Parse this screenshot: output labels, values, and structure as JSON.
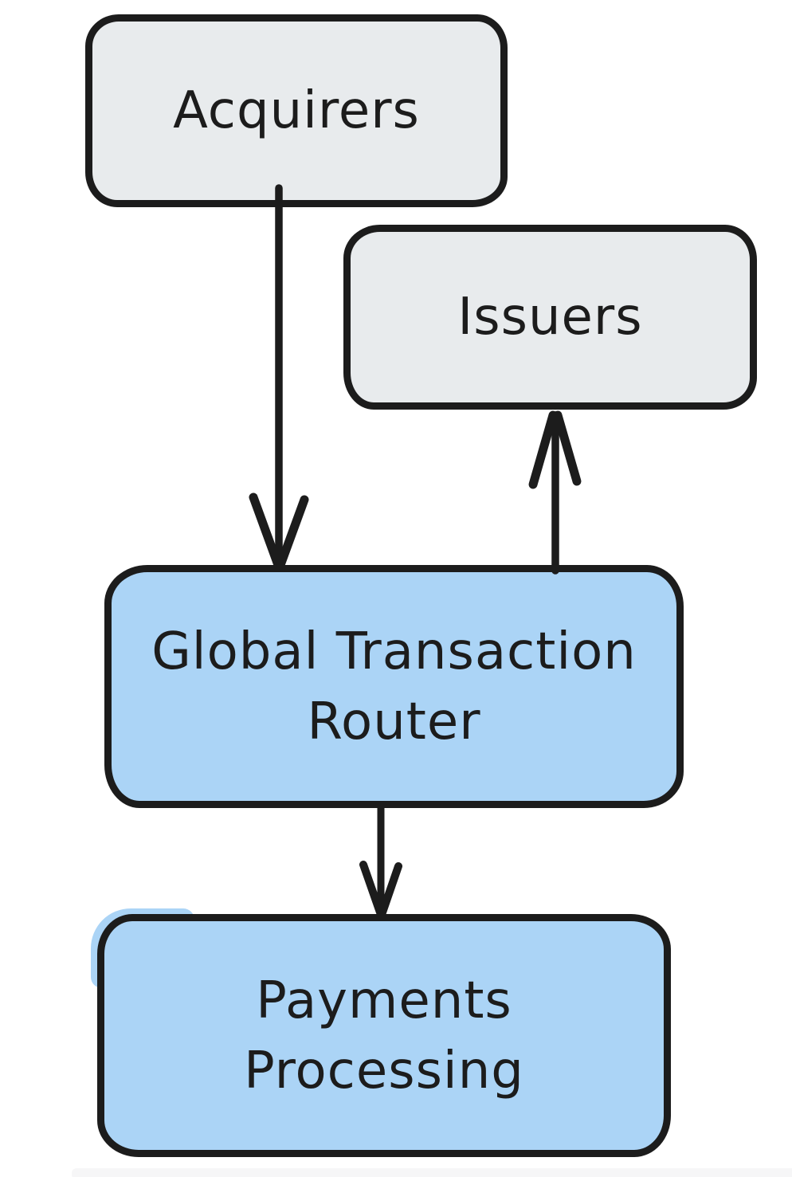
{
  "page": {
    "background": "#ffffff",
    "footer_band_color": "#f6f6f7"
  },
  "diagram": {
    "type": "flowchart",
    "style": "hand-drawn",
    "stroke_color": "#1c1c1c",
    "text_color": "#1c1c1c",
    "colors": {
      "gray_fill": "#e8ebed",
      "blue_fill": "#abd4f6"
    },
    "nodes": [
      {
        "id": "acquirers",
        "label": "Acquirers",
        "fill": "#e8ebed"
      },
      {
        "id": "issuers",
        "label": "Issuers",
        "fill": "#e8ebed"
      },
      {
        "id": "router",
        "label": "Global Transaction Router",
        "line1": "Global Transaction",
        "line2": "Router",
        "fill": "#abd4f6"
      },
      {
        "id": "payments",
        "label": "Payments Processing",
        "line1": "Payments",
        "line2": "Processing",
        "fill": "#abd4f6"
      }
    ],
    "edges": [
      {
        "id": "acquirers-to-router",
        "from": "Acquirers",
        "to": "Global Transaction Router",
        "direction": "down"
      },
      {
        "id": "router-to-issuers",
        "from": "Global Transaction Router",
        "to": "Issuers",
        "direction": "up"
      },
      {
        "id": "router-to-payments",
        "from": "Global Transaction Router",
        "to": "Payments Processing",
        "direction": "down"
      }
    ]
  }
}
